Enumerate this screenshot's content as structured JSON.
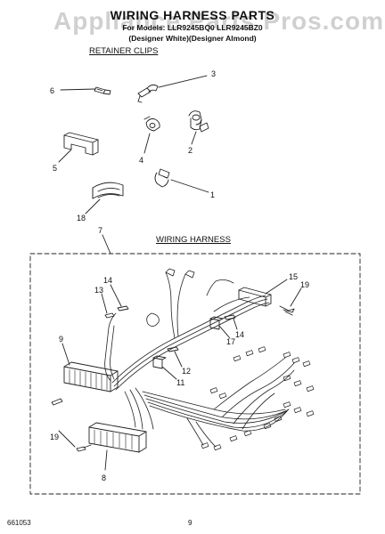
{
  "header": {
    "watermark": "Appliance Parts Pros.com",
    "title": "WIRING HARNESS PARTS",
    "model_line": "For Models: LLR9245BQ0 LLR9245BZ0",
    "variant_line": "(Designer White)(Designer Almond)"
  },
  "sections": {
    "retainer_clips": "RETAINER CLIPS",
    "wiring_harness": "WIRING HARNESS"
  },
  "callouts": {
    "c1": "1",
    "c2": "2",
    "c3": "3",
    "c4": "4",
    "c5": "5",
    "c6": "6",
    "c7": "7",
    "c8": "8",
    "c9": "9",
    "c11": "11",
    "c12": "12",
    "c13": "13",
    "c14a": "14",
    "c14b": "14",
    "c15": "15",
    "c17": "17",
    "c18": "18",
    "c19a": "19",
    "c19b": "19"
  },
  "footer": {
    "code": "661053",
    "page": "9"
  }
}
